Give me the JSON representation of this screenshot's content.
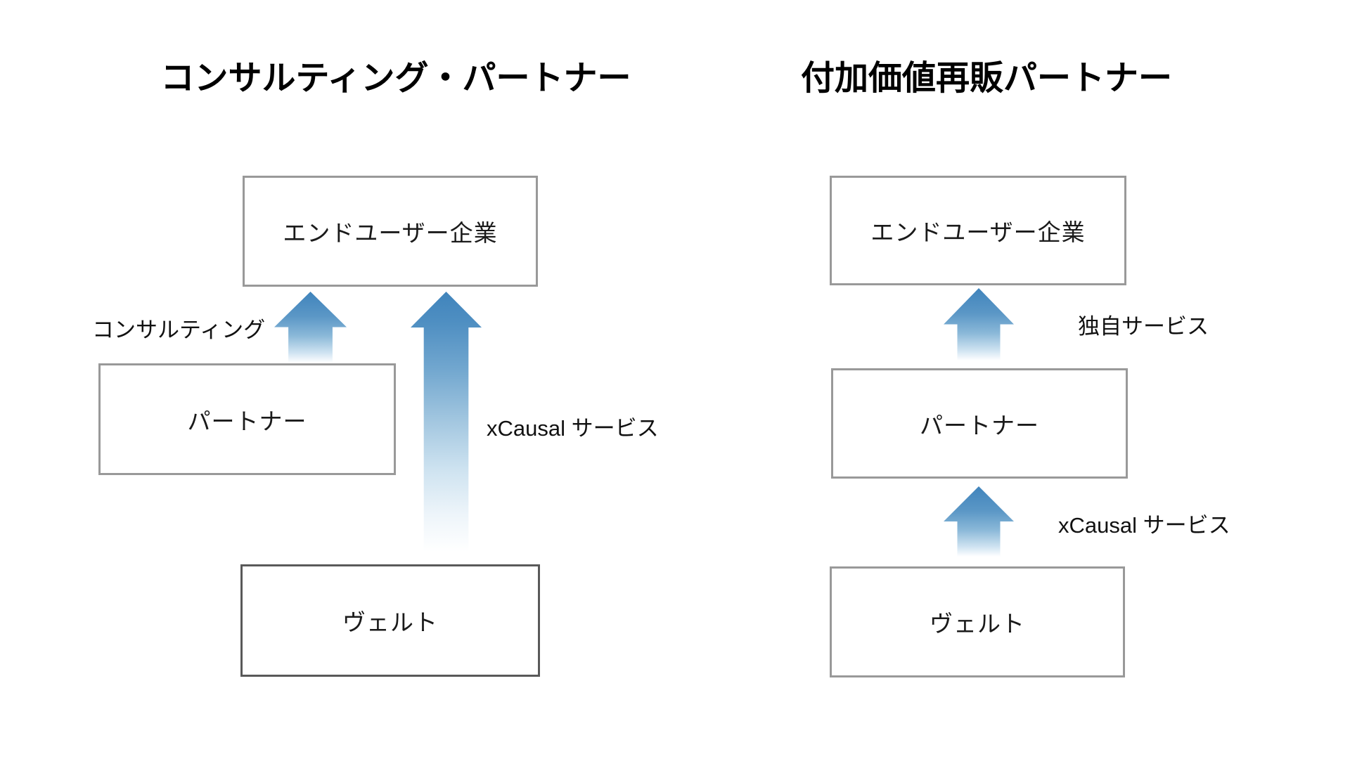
{
  "diagram": {
    "left": {
      "title": "コンサルティング・パートナー",
      "nodes": {
        "end_user": "エンドユーザー企業",
        "partner": "パートナー",
        "vendor": "ヴェルト"
      },
      "labels": {
        "consulting": "コンサルティング",
        "xcausal": "xCausal サービス"
      }
    },
    "right": {
      "title": "付加価値再販パートナー",
      "nodes": {
        "end_user": "エンドユーザー企業",
        "partner": "パートナー",
        "vendor": "ヴェルト"
      },
      "labels": {
        "original_service": "独自サービス",
        "xcausal": "xCausal サービス"
      }
    },
    "colors": {
      "arrow_blue": "#4084bc",
      "arrow_fade": "#ffffff",
      "box_border": "#999999",
      "vendor_border_dark": "#595959",
      "text": "#1a1a1a",
      "background": "#ffffff"
    }
  }
}
